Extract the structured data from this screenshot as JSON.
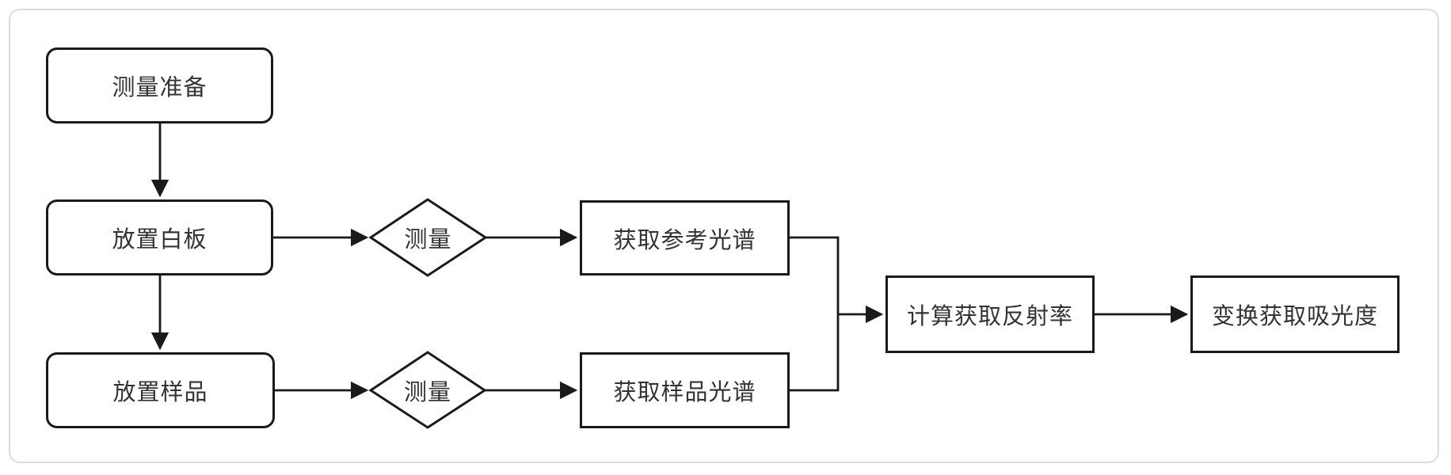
{
  "flowchart": {
    "background_color": "#ffffff",
    "frame_border_color": "#dbdce2",
    "stroke_color": "#1a1a1a",
    "text_color": "#333333",
    "nodes": [
      {
        "id": "prepare",
        "label": "测量准备",
        "shape": "rounded-rect"
      },
      {
        "id": "place-whiteboard",
        "label": "放置白板",
        "shape": "rounded-rect"
      },
      {
        "id": "place-sample",
        "label": "放置样品",
        "shape": "rounded-rect"
      },
      {
        "id": "measure-reference",
        "label": "测量",
        "shape": "diamond"
      },
      {
        "id": "measure-sample",
        "label": "测量",
        "shape": "diamond"
      },
      {
        "id": "get-reference-spectrum",
        "label": "获取参考光谱",
        "shape": "rect"
      },
      {
        "id": "get-sample-spectrum",
        "label": "获取样品光谱",
        "shape": "rect"
      },
      {
        "id": "compute-reflectance",
        "label": "计算获取反射率",
        "shape": "rect"
      },
      {
        "id": "transform-absorbance",
        "label": "变换获取吸光度",
        "shape": "rect"
      }
    ],
    "edges": [
      {
        "from": "prepare",
        "to": "place-whiteboard"
      },
      {
        "from": "place-whiteboard",
        "to": "place-sample"
      },
      {
        "from": "place-whiteboard",
        "to": "measure-reference"
      },
      {
        "from": "measure-reference",
        "to": "get-reference-spectrum"
      },
      {
        "from": "place-sample",
        "to": "measure-sample"
      },
      {
        "from": "measure-sample",
        "to": "get-sample-spectrum"
      },
      {
        "from": "get-reference-spectrum",
        "to": "compute-reflectance"
      },
      {
        "from": "get-sample-spectrum",
        "to": "compute-reflectance"
      },
      {
        "from": "compute-reflectance",
        "to": "transform-absorbance"
      }
    ]
  }
}
